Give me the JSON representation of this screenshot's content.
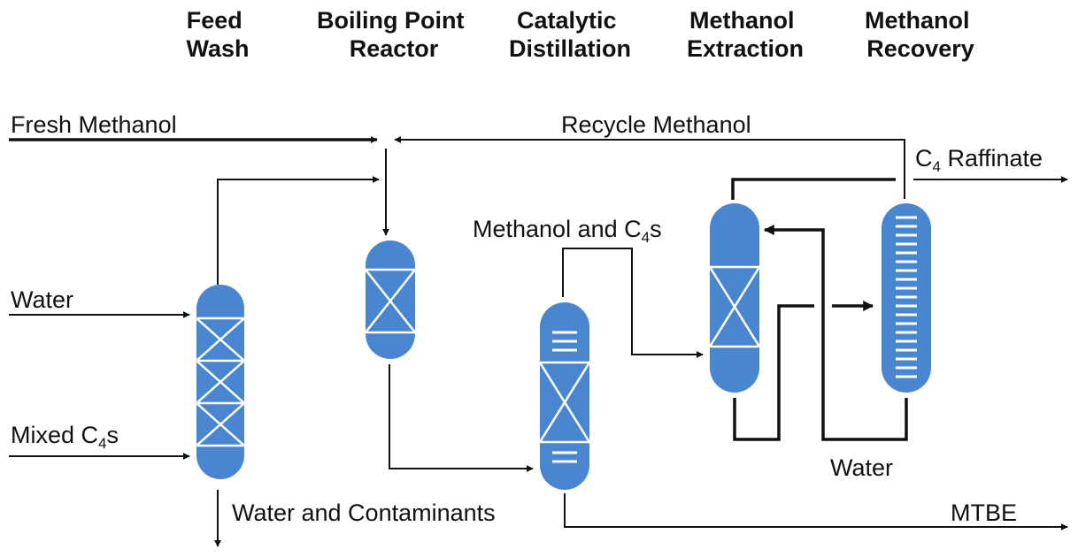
{
  "stages": [
    {
      "line1": "Feed",
      "line2": "Wash"
    },
    {
      "line1": "Boiling Point",
      "line2": "Reactor"
    },
    {
      "line1": "Catalytic",
      "line2": "Distillation"
    },
    {
      "line1": "Methanol",
      "line2": "Extraction"
    },
    {
      "line1": "Methanol",
      "line2": "Recovery"
    }
  ],
  "streams": {
    "fresh_methanol": "Fresh Methanol",
    "recycle_methanol": "Recycle Methanol",
    "raffinate": {
      "pre": "C",
      "sub": "4",
      "post": " Raffinate"
    },
    "methanol_c4s": {
      "pre": "Methanol and C",
      "sub": "4",
      "post": "s"
    },
    "water_in": "Water",
    "mixed_c4s": {
      "pre": "Mixed C",
      "sub": "4",
      "post": "s"
    },
    "water_contaminants": "Water and Contaminants",
    "water_recycle": "Water",
    "mtbe": "MTBE"
  },
  "colors": {
    "vessel": "#4a86cf",
    "line": "#111111"
  }
}
